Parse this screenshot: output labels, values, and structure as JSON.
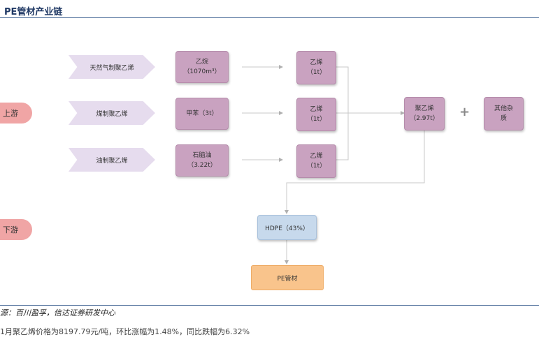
{
  "title": "PE管材产业链",
  "stages": {
    "upstream": "上游",
    "downstream": "下游"
  },
  "routes": [
    {
      "label": "天然气制聚乙烯",
      "feedstock": {
        "name": "乙烷",
        "amount": "（1070m³）"
      },
      "product": {
        "name": "乙烯",
        "amount": "（1t）"
      }
    },
    {
      "label": "煤制聚乙烯",
      "feedstock": {
        "name": "甲苯（3t）",
        "amount": ""
      },
      "product": {
        "name": "乙烯",
        "amount": "（1t）"
      }
    },
    {
      "label": "油制聚乙烯",
      "feedstock": {
        "name": "石脑油",
        "amount": "（3.22t）"
      },
      "product": {
        "name": "乙烯",
        "amount": "（1t）"
      }
    }
  ],
  "polymer": {
    "name": "聚乙烯",
    "amount": "（2.97t）"
  },
  "plus": "+",
  "additive": {
    "line1": "其他杂",
    "line2": "质"
  },
  "hdpe": "HDPE（43%）",
  "pe_pipe": "PE管材",
  "source": "源：百川盈孚，信达证券研发中心",
  "bottom_text": "1月聚乙烯价格为8197.79元/吨，环比涨幅为1.48%，同比跌幅为6.32%"
}
